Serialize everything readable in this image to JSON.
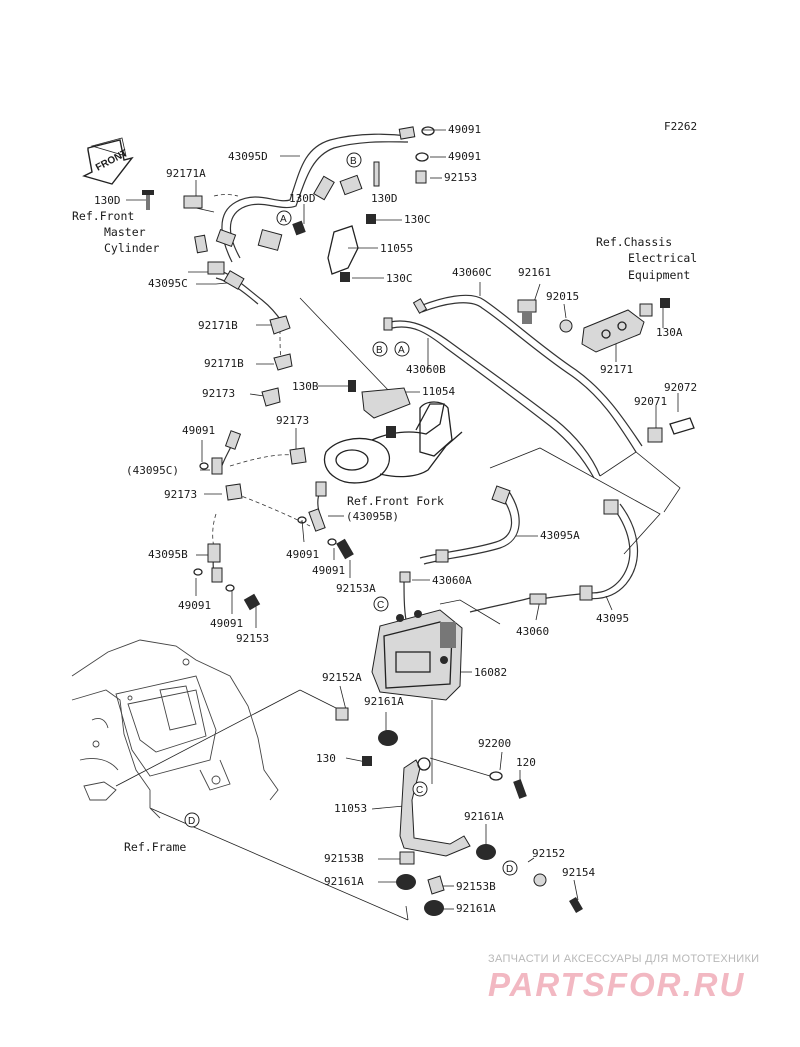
{
  "figure_code": "F2262",
  "front_arrow": "FRONT",
  "refs": {
    "front_master_cylinder": [
      "Ref.Front",
      "Master",
      "Cylinder"
    ],
    "chassis_electrical": [
      "Ref.Chassis",
      "Electrical",
      "Equipment"
    ],
    "front_fork": "Ref.Front Fork",
    "frame": "Ref.Frame"
  },
  "callouts": {
    "A": "A",
    "B": "B",
    "C": "C",
    "D": "D"
  },
  "parts": {
    "p49091_a": "49091",
    "p43095D": "43095D",
    "p49091_b": "49091",
    "p92153_a": "92153",
    "p130D_a": "130D",
    "p92171A": "92171A",
    "p130D_b": "130D",
    "p130D_c": "130D",
    "p130C_a": "130C",
    "p11055": "11055",
    "p130C_b": "130C",
    "p43095C": "43095C",
    "p43060C": "43060C",
    "p92161_a": "92161",
    "p92015": "92015",
    "p130A": "130A",
    "p92171B_a": "92171B",
    "p43060B": "43060B",
    "p92171": "92171",
    "p92171B_b": "92171B",
    "p92173_a": "92173",
    "p130B": "130B",
    "p11054": "11054",
    "p92072": "92072",
    "p92071": "92071",
    "p49091_c": "49091",
    "p92173_b": "92173",
    "p43095C_paren": "(43095C)",
    "p92173_c": "92173",
    "p43095B_paren": "(43095B)",
    "p43095A": "43095A",
    "p43095B": "43095B",
    "p49091_d": "49091",
    "p49091_e": "49091",
    "p92153A_a": "92153A",
    "p43060A": "43060A",
    "p49091_f": "49091",
    "p49091_g": "49091",
    "p92153_b": "92153",
    "p43060": "43060",
    "p43095": "43095",
    "p16082": "16082",
    "p92152A": "92152A",
    "p92161A_a": "92161A",
    "p130": "130",
    "p92200": "92200",
    "p120": "120",
    "p11053": "11053",
    "p92161A_b": "92161A",
    "p92152": "92152",
    "p92153B_a": "92153B",
    "p92154": "92154",
    "p92161A_c": "92161A",
    "p92153B_b": "92153B",
    "p92161A_d": "92161A"
  },
  "watermark": {
    "caption": "ЗАПЧАСТИ И АКСЕССУАРЫ ДЛЯ МОТОТЕХНИКИ",
    "logo_text": "PARTSFOR.RU"
  }
}
